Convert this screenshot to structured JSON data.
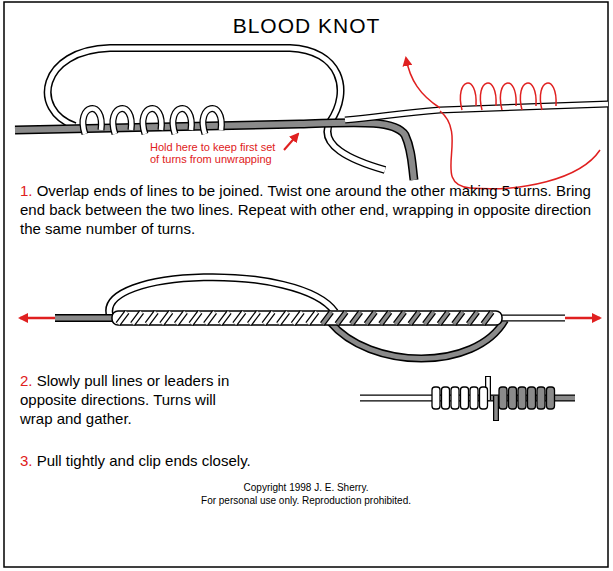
{
  "diagram": {
    "title": "BLOOD KNOT",
    "labels": [
      "Hold here to keep first set of turns from unwrapping",
      "1.",
      "Overlap ends of lines to be joined. Twist one around the other making 5 turns. Bring end back between the two lines. Repeat with other end, wrapping in opposite direction the same number of turns.",
      "2.",
      "Slowly pull lines or leaders in opposite directions. Turns will wrap and gather.",
      "3.",
      "Pull tightly and clip ends closely.",
      "Copyright 1998 J. E. Sherry.",
      "For personal use only. Reproduction prohibited."
    ]
  }
}
